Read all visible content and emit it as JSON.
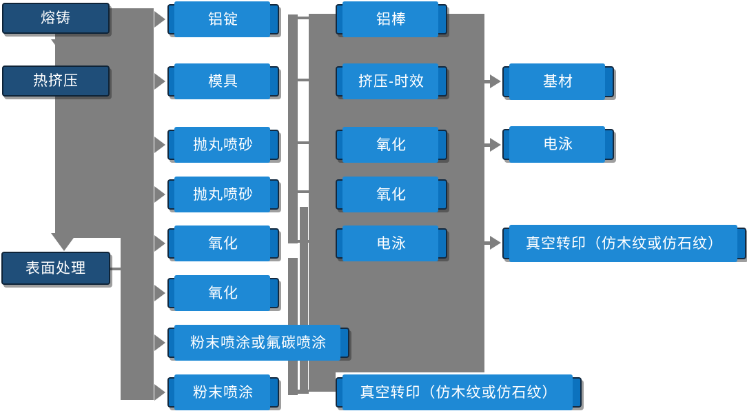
{
  "diagram": {
    "type": "flowchart",
    "description_visible_text_only": true,
    "palette": {
      "node_blue": "#0C72BE",
      "node_blue_echo": "#1E89D5",
      "node_dark_navy": "#1F4E79",
      "connector_gray": "#7F7F7F",
      "text": "#FFFFFF"
    }
  },
  "nodes": [
    {
      "id": "c1r1",
      "label": "熔铸",
      "style": "dark"
    },
    {
      "id": "c1r2",
      "label": "热挤压",
      "style": "dark"
    },
    {
      "id": "c1r3",
      "label": "表面处理",
      "style": "dark"
    },
    {
      "id": "c2r1",
      "label": "铝锭",
      "style": "blue"
    },
    {
      "id": "c2r2",
      "label": "模具",
      "style": "blue"
    },
    {
      "id": "c2r3",
      "label": "抛丸喷砂",
      "style": "blue"
    },
    {
      "id": "c2r4",
      "label": "抛丸喷砂",
      "style": "blue"
    },
    {
      "id": "c2r5",
      "label": "氧化",
      "style": "blue"
    },
    {
      "id": "c2r6",
      "label": "氧化",
      "style": "blue"
    },
    {
      "id": "c2r7",
      "label": "粉末喷涂或氟碳喷涂",
      "style": "blue"
    },
    {
      "id": "c2r8",
      "label": "粉末喷涂",
      "style": "blue"
    },
    {
      "id": "c3r1",
      "label": "铝棒",
      "style": "blue"
    },
    {
      "id": "c3r2",
      "label": "挤压-时效",
      "style": "blue"
    },
    {
      "id": "c3r3",
      "label": "氧化",
      "style": "blue"
    },
    {
      "id": "c3r4",
      "label": "氧化",
      "style": "blue"
    },
    {
      "id": "c3r5",
      "label": "电泳",
      "style": "blue"
    },
    {
      "id": "c3r8",
      "label": "真空转印（仿木纹或仿石纹）",
      "style": "blue"
    },
    {
      "id": "c4r2",
      "label": "基材",
      "style": "blue"
    },
    {
      "id": "c4r3",
      "label": "电泳",
      "style": "blue"
    },
    {
      "id": "c4r5",
      "label": "真空转印（仿木纹或仿石纹）",
      "style": "blue"
    }
  ],
  "edges": [
    {
      "from": "熔铸",
      "to": "铝锭"
    },
    {
      "from": "熔铸",
      "to": "热挤压"
    },
    {
      "from": "热挤压",
      "to": "模具"
    },
    {
      "from": "热挤压",
      "to": "抛丸喷砂"
    },
    {
      "from": "热挤压",
      "to": "抛丸喷砂"
    },
    {
      "from": "热挤压",
      "to": "表面处理"
    },
    {
      "from": "表面处理",
      "to": "氧化"
    },
    {
      "from": "表面处理",
      "to": "氧化"
    },
    {
      "from": "表面处理",
      "to": "粉末喷涂或氟碳喷涂"
    },
    {
      "from": "表面处理",
      "to": "粉末喷涂"
    },
    {
      "from": "挤压-时效",
      "to": "基材"
    },
    {
      "from": "氧化",
      "to": "电泳"
    },
    {
      "from": "电泳",
      "to": "真空转印（仿木纹或仿石纹）"
    },
    {
      "from": "粉末喷涂",
      "to": "真空转印（仿木纹或仿石纹）"
    }
  ]
}
